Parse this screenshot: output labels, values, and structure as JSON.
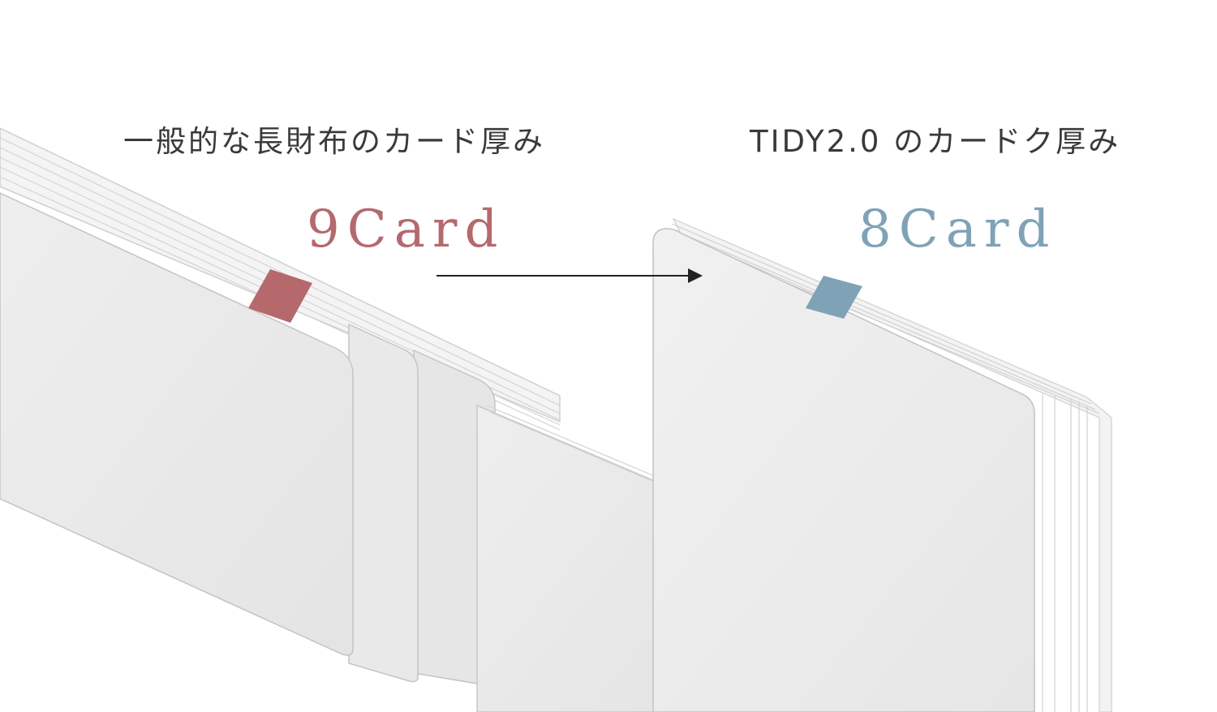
{
  "left": {
    "heading": "一般的な長財布のカード厚み",
    "count": "9Card",
    "accent": "#b5696d"
  },
  "right": {
    "heading": "TIDY2.0 のカードク厚み",
    "count": "8Card",
    "accent": "#7fa2b6"
  },
  "arrow": {
    "color": "#222222"
  },
  "card_color": "#ececec"
}
